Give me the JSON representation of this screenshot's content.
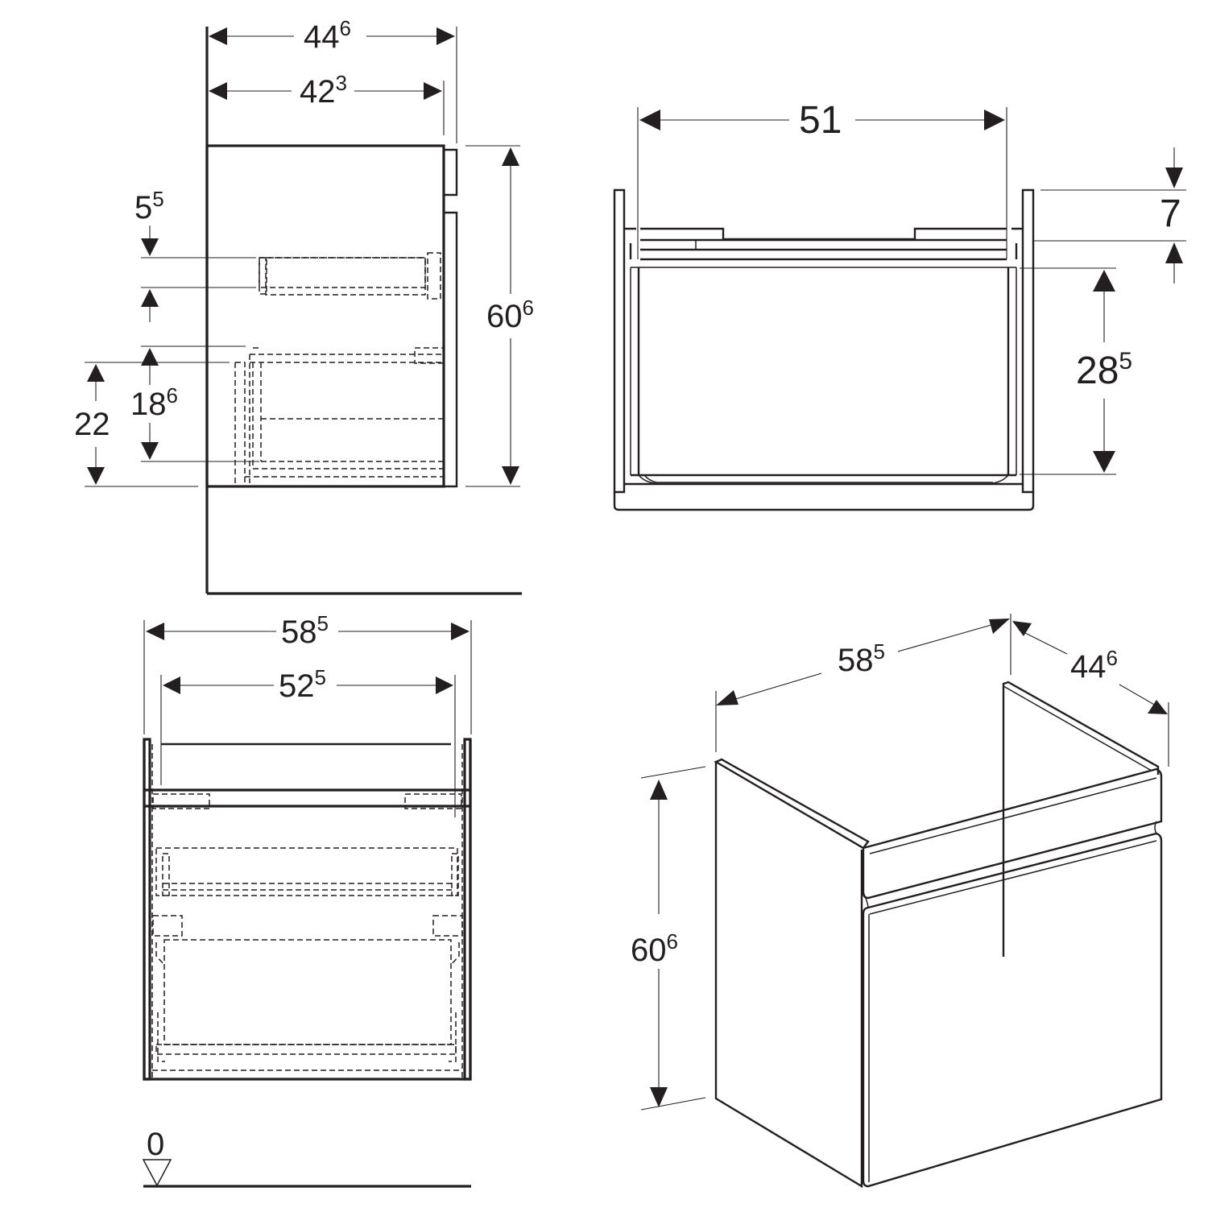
{
  "drawing": {
    "title": "Bathroom vanity base cabinet – dimension drawing",
    "units": "cm",
    "line_color": "#231f20",
    "background": "#ffffff"
  },
  "side_view": {
    "overall_depth": {
      "main": "44",
      "sup": "6"
    },
    "body_depth": {
      "main": "42",
      "sup": "3"
    },
    "height": {
      "main": "60",
      "sup": "6"
    },
    "siphon_cutout_height": {
      "main": "5",
      "sup": "5"
    },
    "inner_drawer_height": {
      "main": "18",
      "sup": "6"
    },
    "drawer_floor_height": {
      "main": "22",
      "sup": ""
    }
  },
  "top_view": {
    "inner_width": {
      "main": "51",
      "sup": ""
    },
    "top_offset": {
      "main": "7",
      "sup": ""
    },
    "drawer_depth": {
      "main": "28",
      "sup": "5"
    }
  },
  "front_view": {
    "overall_width": {
      "main": "58",
      "sup": "5"
    },
    "inner_width": {
      "main": "52",
      "sup": "5"
    },
    "floor_reference": "0"
  },
  "iso_view": {
    "width": {
      "main": "58",
      "sup": "5"
    },
    "depth": {
      "main": "44",
      "sup": "6"
    },
    "height": {
      "main": "60",
      "sup": "6"
    }
  }
}
